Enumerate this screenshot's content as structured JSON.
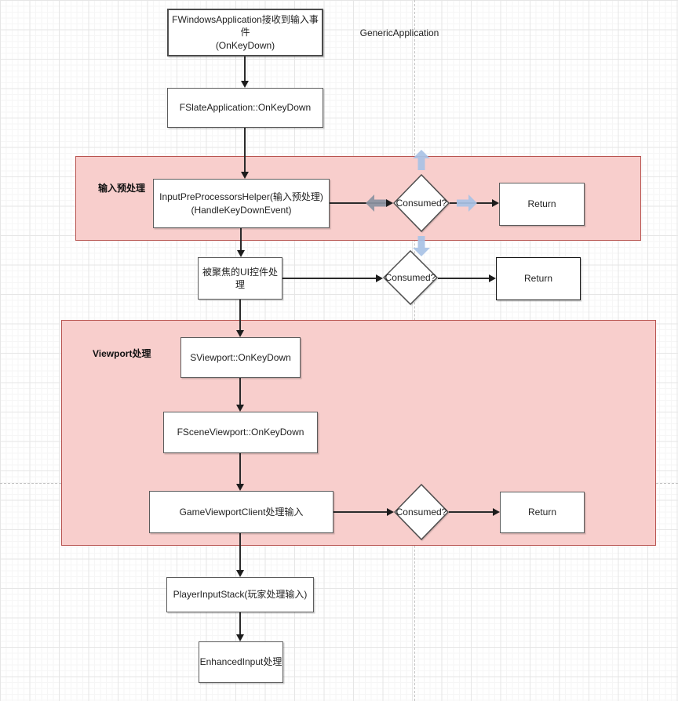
{
  "app": {
    "view": "drawio-flowchart-canvas"
  },
  "colors": {
    "region_fill": "#f8cecc",
    "region_stroke": "#b85450",
    "box_fill": "#ffffff",
    "box_stroke": "#5c5c5c",
    "edge_color": "#1c1c1c",
    "hint_arrow_blue": "#a9c3e6",
    "hint_arrow_gray": "#8b93a1",
    "grid_major": "#e6e6e6",
    "grid_minor": "#f6f6f6",
    "page_break": "#c3c3c3"
  },
  "floating_labels": {
    "generic_application": "GenericApplication"
  },
  "regions": [
    {
      "label": "输入预处理"
    },
    {
      "label": "Viewport处理"
    }
  ],
  "nodes": {
    "fwindows": {
      "line1": "FWindowsApplication接收到输入事件",
      "line2": "(OnKeyDown)"
    },
    "fslate": {
      "label": "FSlateApplication::OnKeyDown"
    },
    "preprocessor": {
      "line1": "InputPreProcessorsHelper(输入预处理)",
      "line2": "(HandleKeyDownEvent)"
    },
    "focused_ui": {
      "label": "被聚焦的UI控件处理"
    },
    "sviewport": {
      "label": "SViewport::OnKeyDown"
    },
    "fsceneviewport": {
      "label": "FSceneViewport::OnKeyDown"
    },
    "gameviewportclient": {
      "label": "GameViewportClient处理输入"
    },
    "playerinputstack": {
      "label": "PlayerInputStack(玩家处理输入)"
    },
    "enhancedinput": {
      "label": "EnhancedInput处理"
    },
    "decision1": {
      "label": "Consumed?"
    },
    "decision2": {
      "label": "Consumed?"
    },
    "decision3": {
      "label": "Consumed?"
    },
    "return1": {
      "label": "Return"
    },
    "return2": {
      "label": "Return"
    },
    "return3": {
      "label": "Return"
    }
  },
  "edges": [
    {
      "from": "fwindows",
      "to": "fslate"
    },
    {
      "from": "fslate",
      "to": "preprocessor"
    },
    {
      "from": "preprocessor",
      "to": "decision1"
    },
    {
      "from": "decision1",
      "to": "return1"
    },
    {
      "from": "preprocessor",
      "to": "focused_ui"
    },
    {
      "from": "focused_ui",
      "to": "decision2"
    },
    {
      "from": "decision2",
      "to": "return2"
    },
    {
      "from": "focused_ui",
      "to": "sviewport"
    },
    {
      "from": "sviewport",
      "to": "fsceneviewport"
    },
    {
      "from": "fsceneviewport",
      "to": "gameviewportclient"
    },
    {
      "from": "gameviewportclient",
      "to": "decision3"
    },
    {
      "from": "decision3",
      "to": "return3"
    },
    {
      "from": "gameviewportclient",
      "to": "playerinputstack"
    },
    {
      "from": "playerinputstack",
      "to": "enhancedinput"
    }
  ]
}
